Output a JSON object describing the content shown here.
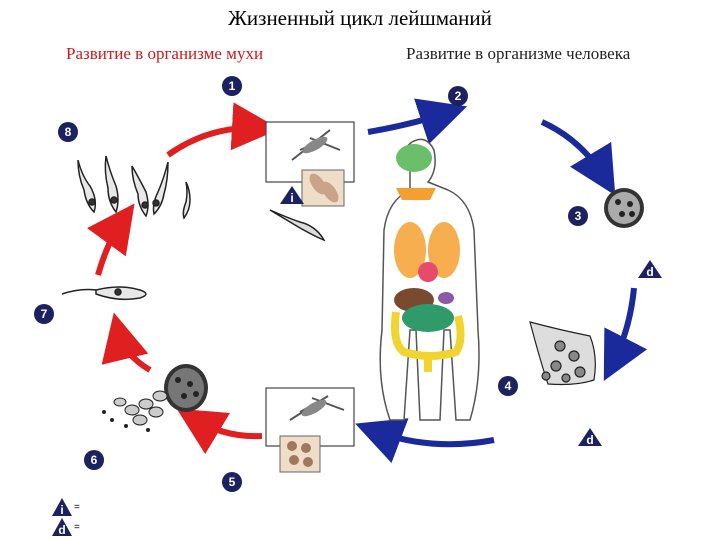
{
  "title": "Жизненный цикл лейшманий",
  "subtitle_left": "Развитие в организме мухи",
  "subtitle_right": "Развитие в организме человека",
  "steps": [
    "1",
    "2",
    "3",
    "4",
    "5",
    "6",
    "7",
    "8"
  ],
  "markers": {
    "infective": "i",
    "diagnostic": "d"
  },
  "legend": {
    "eq1": "=",
    "eq2": "="
  },
  "colors": {
    "fly_arrows": "#e02020",
    "human_arrows": "#1a2a9a",
    "step_circle": "#1c2160",
    "left_title": "#d01818"
  }
}
